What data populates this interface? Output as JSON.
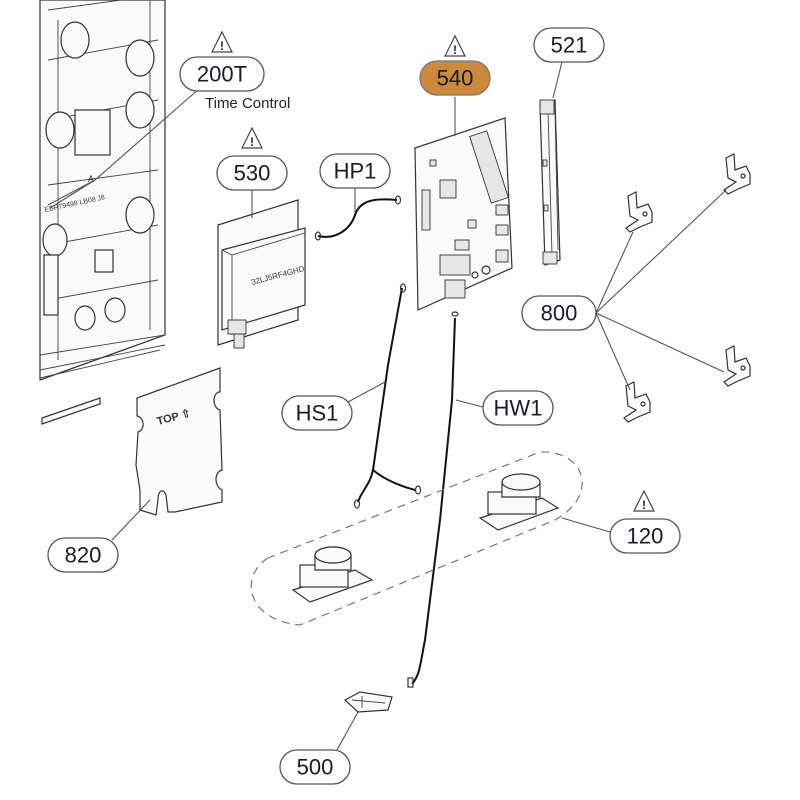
{
  "diagram": {
    "type": "exploded-parts-view",
    "highlight_color": "#cc8a3a",
    "callouts": [
      {
        "id": "200T",
        "label": "200T",
        "warning": true,
        "note": "Time Control",
        "highlighted": false
      },
      {
        "id": "540",
        "label": "540",
        "warning": true,
        "highlighted": true
      },
      {
        "id": "521",
        "label": "521",
        "warning": false,
        "highlighted": false
      },
      {
        "id": "530",
        "label": "530",
        "warning": true,
        "highlighted": false
      },
      {
        "id": "HP1",
        "label": "HP1",
        "warning": false,
        "highlighted": false
      },
      {
        "id": "800",
        "label": "800",
        "warning": false,
        "highlighted": false
      },
      {
        "id": "HS1",
        "label": "HS1",
        "warning": false,
        "highlighted": false
      },
      {
        "id": "HW1",
        "label": "HW1",
        "warning": false,
        "highlighted": false
      },
      {
        "id": "820",
        "label": "820",
        "warning": false,
        "highlighted": false
      },
      {
        "id": "120",
        "label": "120",
        "warning": true,
        "highlighted": false
      },
      {
        "id": "500",
        "label": "500",
        "warning": false,
        "highlighted": false
      }
    ],
    "part_markings": {
      "cover_820": "TOP ⇧",
      "power_module_530": "32LJ5RF4GHD"
    },
    "warning_symbol": "!"
  }
}
